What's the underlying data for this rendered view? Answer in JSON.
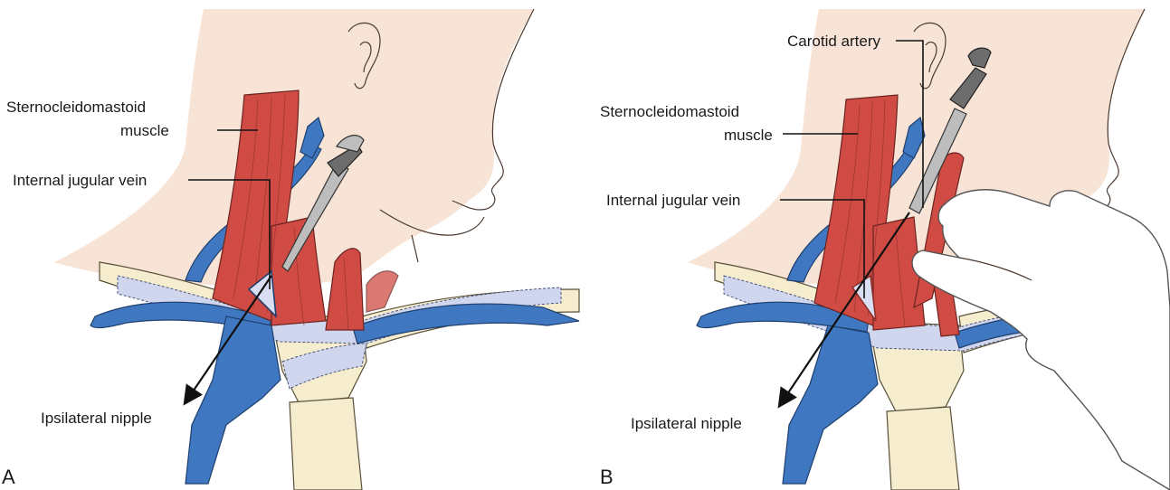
{
  "panels": [
    {
      "letter": "A",
      "labels": {
        "scm_line1": "Sternocleidomastoid",
        "scm_line2": "muscle",
        "ijv": "Internal jugular vein",
        "nipple": "Ipsilateral nipple"
      }
    },
    {
      "letter": "B",
      "labels": {
        "carotid": "Carotid artery",
        "scm_line1": "Sternocleidomastoid",
        "scm_line2": "muscle",
        "ijv": "Internal jugular vein",
        "nipple": "Ipsilateral nipple"
      }
    }
  ],
  "colors": {
    "skin": "#f8e4d6",
    "muscle": "#cf4b44",
    "vein": "#3f78c0",
    "fascia": "#cfd6ee",
    "bone": "#f6edcf"
  }
}
